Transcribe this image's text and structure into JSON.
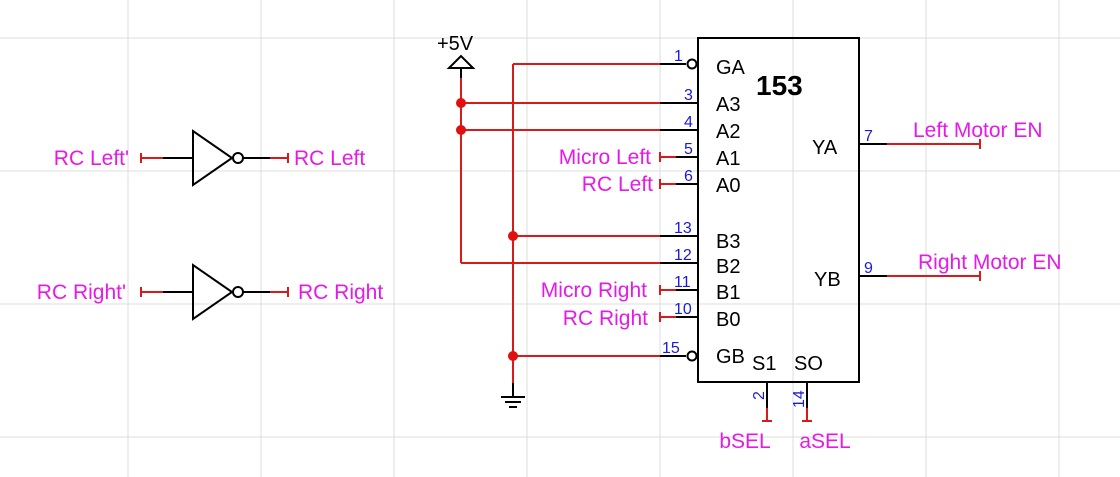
{
  "colors": {
    "wire": "#d91a1a",
    "net_label": "#e619e6",
    "pin_number": "#1a1ad9",
    "component": "#000000",
    "grid": "#dcdcdc"
  },
  "power": {
    "supply_label": "+5V",
    "ground_icon": "ground-symbol"
  },
  "inverters": [
    {
      "input_label": "RC Left'",
      "output_label": "RC Left"
    },
    {
      "input_label": "RC Right'",
      "output_label": "RC Right"
    }
  ],
  "chip": {
    "title": "153",
    "pins": {
      "ga": {
        "number": "1",
        "name": "GA"
      },
      "a3": {
        "number": "3",
        "name": "A3"
      },
      "a2": {
        "number": "4",
        "name": "A2"
      },
      "a1": {
        "number": "5",
        "name": "A1"
      },
      "a0": {
        "number": "6",
        "name": "A0"
      },
      "b3": {
        "number": "13",
        "name": "B3"
      },
      "b2": {
        "number": "12",
        "name": "B2"
      },
      "b1": {
        "number": "11",
        "name": "B1"
      },
      "b0": {
        "number": "10",
        "name": "B0"
      },
      "gb": {
        "number": "15",
        "name": "GB"
      },
      "ya": {
        "number": "7",
        "name": "YA"
      },
      "yb": {
        "number": "9",
        "name": "YB"
      },
      "s1": {
        "number": "2",
        "name": "S1"
      },
      "so": {
        "number": "14",
        "name": "SO"
      }
    }
  },
  "net_labels": {
    "a1_in": "Micro Left",
    "a0_in": "RC Left",
    "b1_in": "Micro Right",
    "b0_in": "RC Right",
    "ya_out": "Left Motor EN",
    "yb_out": "Right Motor EN",
    "s1_in": "bSEL",
    "so_in": "aSEL"
  }
}
